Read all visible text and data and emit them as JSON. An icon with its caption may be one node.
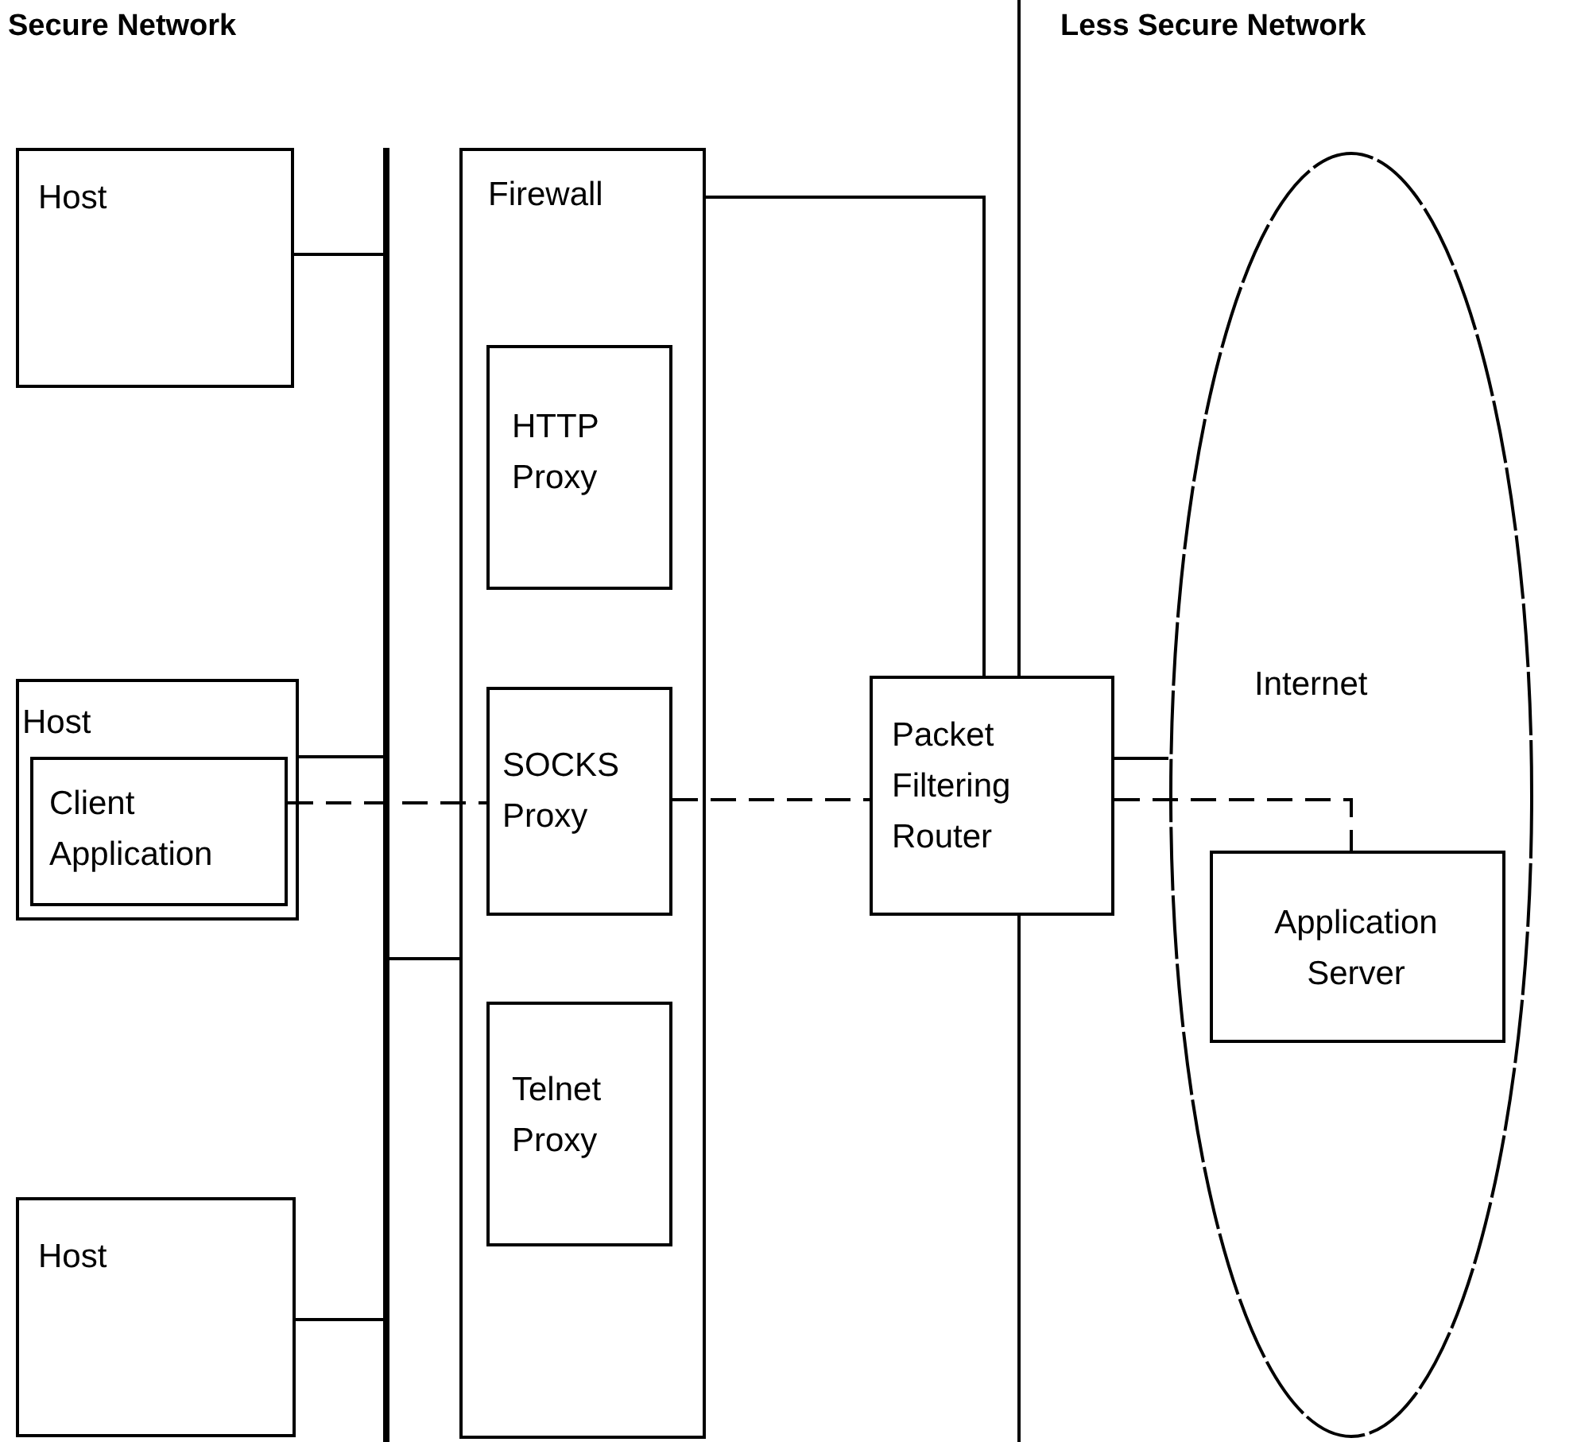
{
  "diagram": {
    "nodes": [
      {
        "text": [
          "Host"
        ]
      },
      {
        "text": [
          "Host"
        ]
      },
      {
        "text": [
          "Client Application"
        ],
        "in": 1
      },
      {
        "text": [
          "Host"
        ]
      },
      {
        "text": [
          "Firewall"
        ]
      },
      {
        "text": [
          "HTTP Proxy"
        ],
        "in": 4
      },
      {
        "text": [
          "SOCKS Proxy"
        ],
        "in": 4
      },
      {
        "text": [
          "Telnet Proxy"
        ],
        "in": 4
      },
      {
        "text": [
          "Packet Filtering Router"
        ]
      },
      {
        "text": [
          "Internet"
        ]
      },
      {
        "text": [
          "Application Server"
        ],
        "in": 9
      },
      {
        "text": [],
        "shape": "bar"
      }
    ],
    "edges": [
      {
        "from": 0,
        "to": 11,
        "arrow": "none"
      },
      {
        "from": 1,
        "to": 11,
        "arrow": "none"
      },
      {
        "from": 3,
        "to": 11,
        "arrow": "none"
      },
      {
        "from": 11,
        "to": 4,
        "arrow": "none"
      },
      {
        "from": 4,
        "to": 8,
        "arrow": "none"
      },
      {
        "from": 8,
        "to": 9,
        "arrow": "none"
      },
      {
        "from": 2,
        "to": 6,
        "arrow": "none",
        "style": "dashed"
      },
      {
        "from": 6,
        "to": 8,
        "arrow": "none",
        "style": "dashed"
      },
      {
        "from": 8,
        "to": 10,
        "arrow": "none",
        "style": "dashed"
      }
    ],
    "labels": [
      "Secure Network",
      "Less Secure Network"
    ]
  }
}
